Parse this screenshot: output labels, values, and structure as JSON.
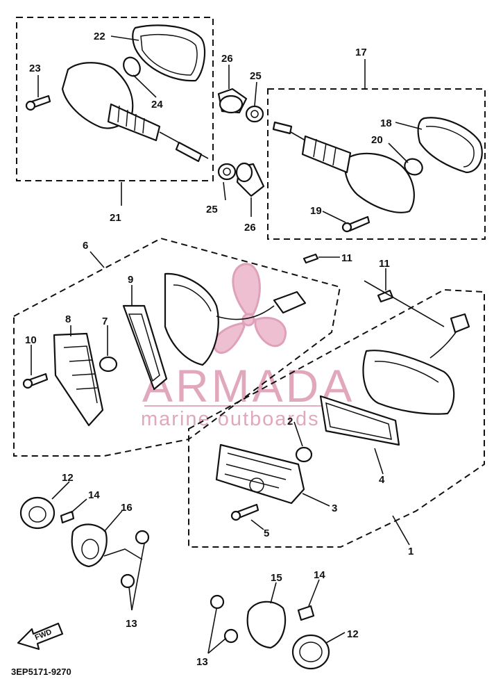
{
  "diagram_code": "3EP5171-9270",
  "watermark": {
    "brand": "ARMADA",
    "tagline": "marine outboards",
    "color": "#d88aa8"
  },
  "fwd_label": "FWD",
  "callouts": {
    "c1": "1",
    "c2": "2",
    "c3": "3",
    "c4": "4",
    "c5": "5",
    "c6": "6",
    "c7": "7",
    "c8": "8",
    "c9": "9",
    "c10": "10",
    "c11a": "11",
    "c11b": "11",
    "c12a": "12",
    "c12b": "12",
    "c13a": "13",
    "c13b": "13",
    "c14a": "14",
    "c14b": "14",
    "c15": "15",
    "c16": "16",
    "c17": "17",
    "c18": "18",
    "c19": "19",
    "c20": "20",
    "c21": "21",
    "c22": "22",
    "c23": "23",
    "c24": "24",
    "c25a": "25",
    "c25b": "25",
    "c26a": "26",
    "c26b": "26"
  }
}
